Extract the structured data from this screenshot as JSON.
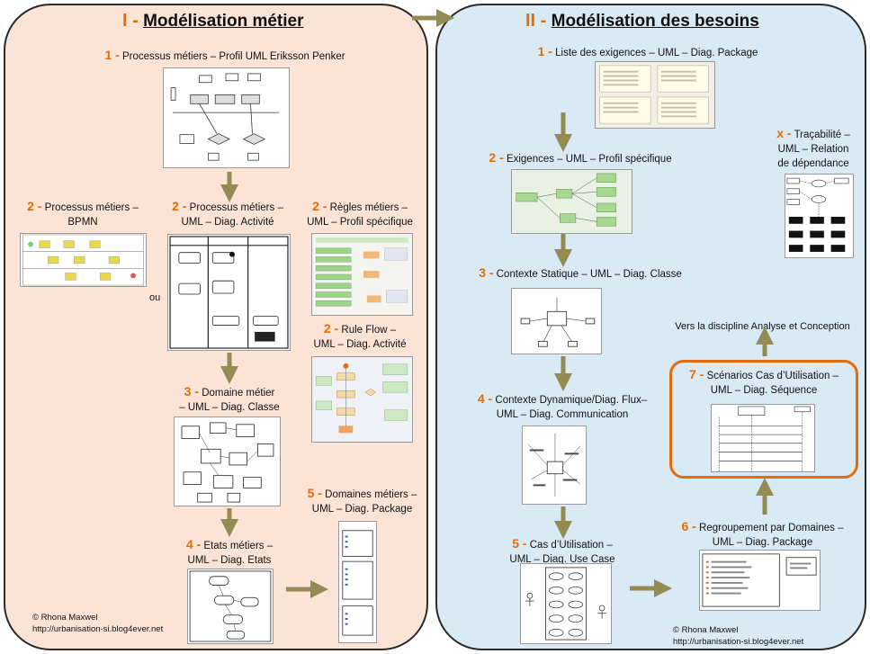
{
  "left": {
    "title_num": "I -",
    "title_text": "Modélisation métier",
    "items": {
      "s1": {
        "num": "1 -",
        "line1": "Processus métiers – Profil UML Eriksson Penker"
      },
      "s2a": {
        "num": "2 -",
        "line1": "Processus métiers –",
        "line2": "BPMN"
      },
      "s2b": {
        "num": "2 -",
        "line1": "Processus métiers –",
        "line2": "UML – Diag. Activité"
      },
      "s2c": {
        "num": "2 -",
        "line1": "Règles métiers –",
        "line2": "UML – Profil spécifique"
      },
      "s2d": {
        "num": "2 -",
        "line1": "Rule Flow –",
        "line2": "UML – Diag. Activité"
      },
      "s3": {
        "num": "3 -",
        "line1": "Domaine métier",
        "line2": "– UML – Diag. Classe"
      },
      "s4": {
        "num": "4 -",
        "line1": "Etats métiers –",
        "line2": "UML – Diag. Etats"
      },
      "s5": {
        "num": "5 -",
        "line1": "Domaines métiers –",
        "line2": "UML – Diag. Package"
      }
    },
    "ou": "ou",
    "copyright": "© Rhona Maxwel",
    "url": "http://urbanisation-si.blog4ever.net"
  },
  "right": {
    "title_num": "II -",
    "title_text": "Modélisation des besoins",
    "items": {
      "r1": {
        "num": "1 -",
        "line1": "Liste des exigences – UML – Diag. Package"
      },
      "r2": {
        "num": "2 -",
        "line1": "Exigences – UML – Profil spécifique"
      },
      "r3": {
        "num": "3 -",
        "line1": "Contexte Statique – UML – Diag. Classe"
      },
      "r4": {
        "num": "4 -",
        "line1": "Contexte Dynamique/Diag. Flux–",
        "line2": "UML – Diag. Communication"
      },
      "r5": {
        "num": "5 -",
        "line1": "Cas d’Utilisation –",
        "line2": "UML – Diag. Use Case"
      },
      "r6": {
        "num": "6 -",
        "line1": "Regroupement par Domaines –",
        "line2": "UML – Diag. Package"
      },
      "r7": {
        "num": "7 -",
        "line1": "Scénarios Cas d’Utilisation –",
        "line2": "UML – Diag. Séquence"
      },
      "rx": {
        "num": "x -",
        "line1": "Traçabilité –",
        "line2": "UML – Relation",
        "line3": "de dépendance"
      }
    },
    "vers": "Vers la discipline Analyse et Conception",
    "copyright": "© Rhona Maxwel",
    "url": "http://urbanisation-si.blog4ever.net"
  },
  "colors": {
    "accent": "#e36c09",
    "arrow": "#948a54",
    "left_bg": "#fbe3d6",
    "right_bg": "#d9eaf5"
  }
}
